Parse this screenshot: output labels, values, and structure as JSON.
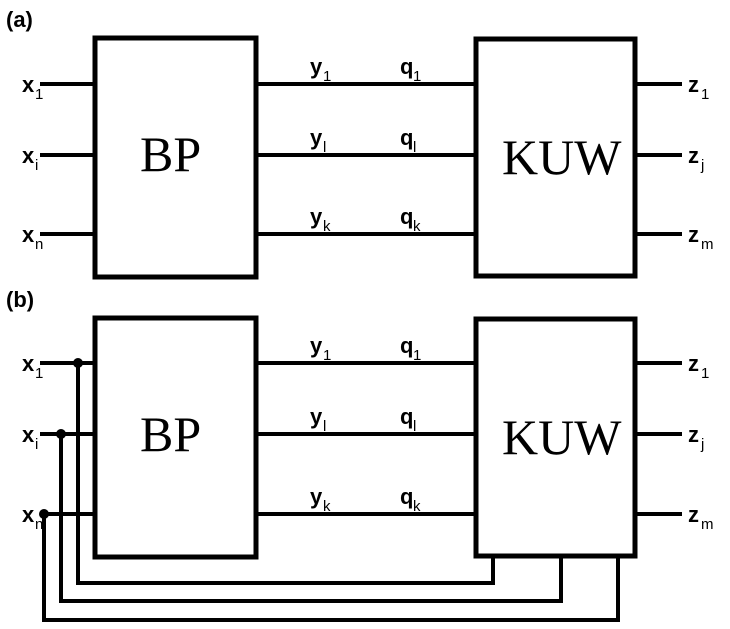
{
  "diagrams": [
    {
      "panel_label": "(a)",
      "feedback": false,
      "block_left": "BP",
      "block_right": "KUW",
      "inputs": [
        {
          "base": "x",
          "sub": "1"
        },
        {
          "base": "x",
          "sub": "i"
        },
        {
          "base": "x",
          "sub": "n"
        }
      ],
      "middle_left": [
        {
          "base": "y",
          "sub": "1"
        },
        {
          "base": "y",
          "sub": "l"
        },
        {
          "base": "y",
          "sub": "k"
        }
      ],
      "middle_right": [
        {
          "base": "q",
          "sub": "1"
        },
        {
          "base": "q",
          "sub": "l"
        },
        {
          "base": "q",
          "sub": "k"
        }
      ],
      "outputs": [
        {
          "base": "z",
          "sub": "1"
        },
        {
          "base": "z",
          "sub": "j"
        },
        {
          "base": "z",
          "sub": "m"
        }
      ]
    },
    {
      "panel_label": "(b)",
      "feedback": true,
      "block_left": "BP",
      "block_right": "KUW",
      "inputs": [
        {
          "base": "x",
          "sub": "1"
        },
        {
          "base": "x",
          "sub": "i"
        },
        {
          "base": "x",
          "sub": "n"
        }
      ],
      "middle_left": [
        {
          "base": "y",
          "sub": "1"
        },
        {
          "base": "y",
          "sub": "l"
        },
        {
          "base": "y",
          "sub": "k"
        }
      ],
      "middle_right": [
        {
          "base": "q",
          "sub": "1"
        },
        {
          "base": "q",
          "sub": "l"
        },
        {
          "base": "q",
          "sub": "k"
        }
      ],
      "outputs": [
        {
          "base": "z",
          "sub": "1"
        },
        {
          "base": "z",
          "sub": "j"
        },
        {
          "base": "z",
          "sub": "m"
        }
      ]
    }
  ]
}
